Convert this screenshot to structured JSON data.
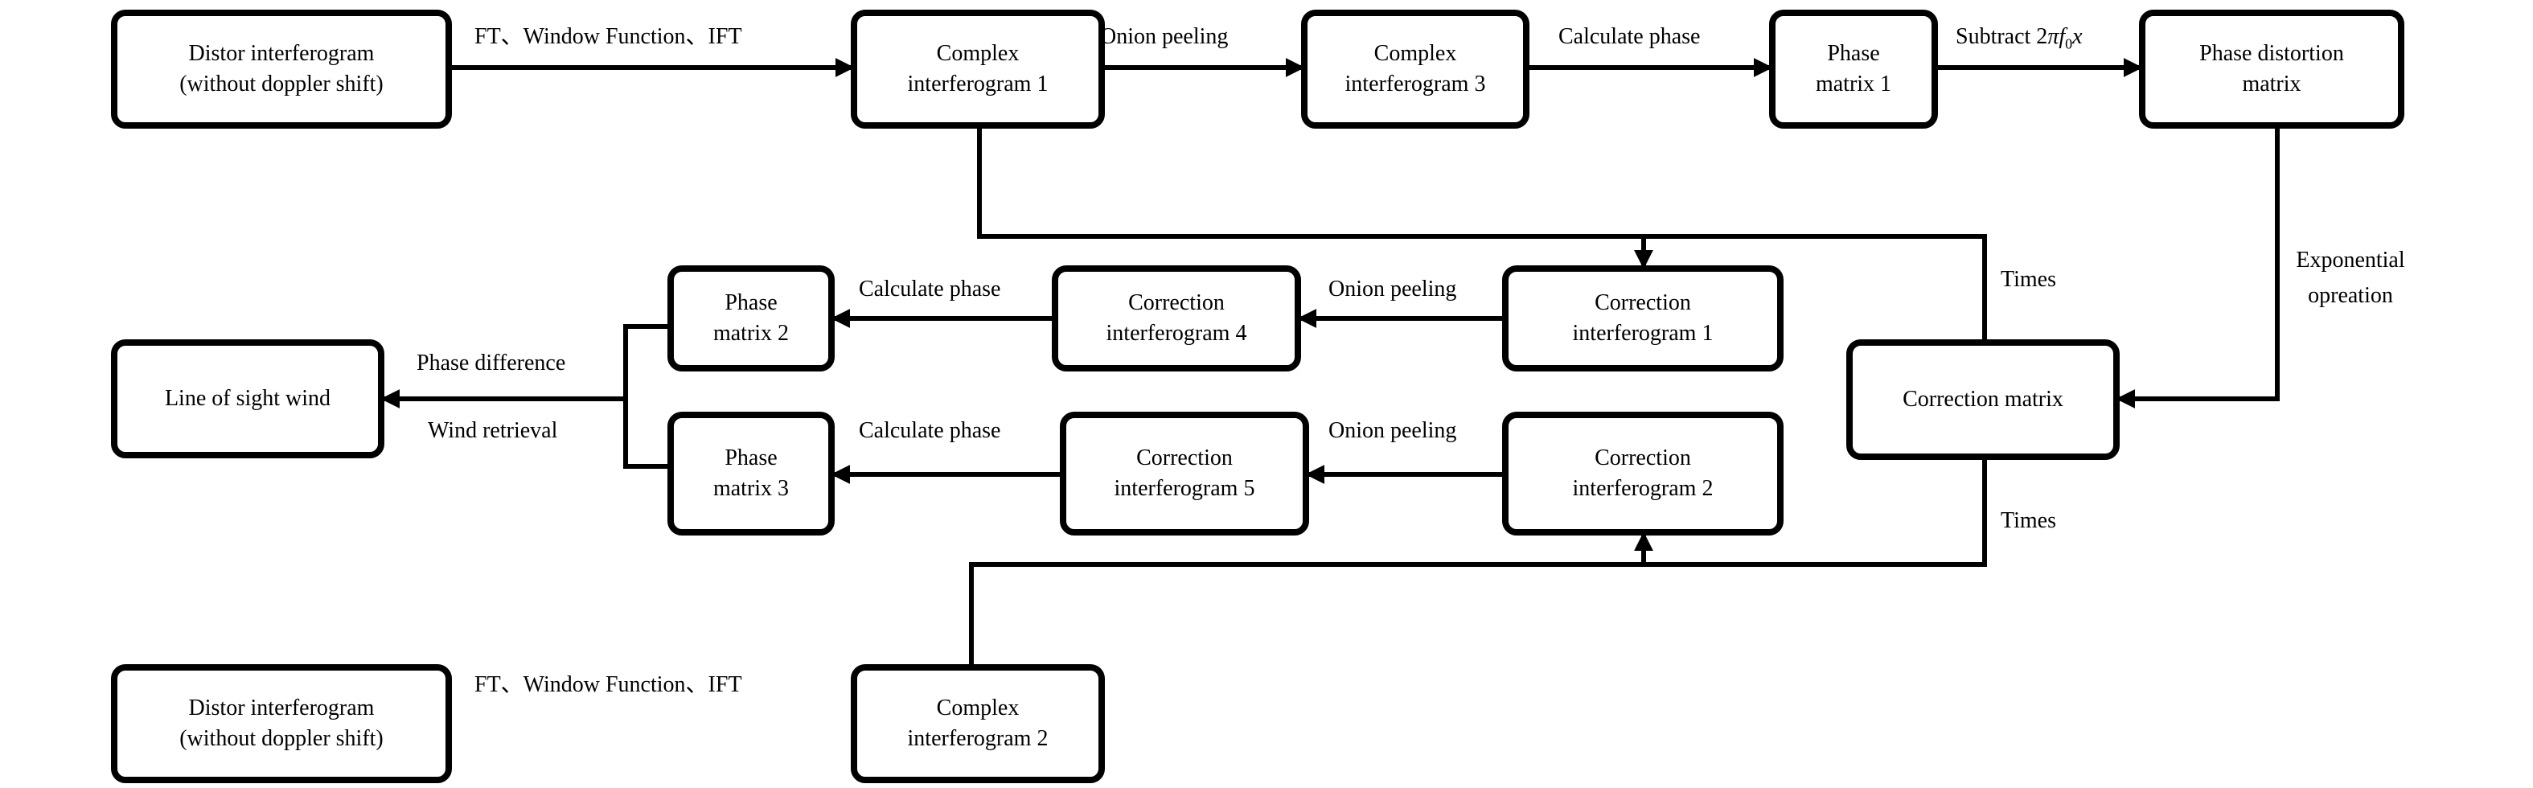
{
  "nodes": {
    "distor1": "Distor interferogram\n(without doppler shift)",
    "complex1": "Complex\ninterferogram 1",
    "complex3": "Complex\ninterferogram 3",
    "phase1": "Phase\nmatrix 1",
    "phasedist": "Phase distortion\nmatrix",
    "corr1": "Correction\ninterferogram 1",
    "corr4": "Correction\ninterferogram 4",
    "phase2": "Phase\nmatrix 2",
    "los": "Line of sight wind",
    "corrmatrix": "Correction matrix",
    "corr2": "Correction\ninterferogram 2",
    "corr5": "Correction\ninterferogram 5",
    "phase3": "Phase\nmatrix 3",
    "distor2": "Distor interferogram\n(without doppler shift)",
    "complex2": "Complex\ninterferogram 2"
  },
  "edges": {
    "ft1": "FT、Window Function、IFT",
    "onion1": "Onion peeling",
    "calc1": "Calculate phase",
    "subtract_prefix": "Subtract 2",
    "subtract_pi": "π",
    "subtract_f": "f",
    "subtract_sub": "0",
    "subtract_x": "x",
    "exp1": "Exponential",
    "exp2": "opreation",
    "times1": "Times",
    "times2": "Times",
    "onion2": "Onion peeling",
    "onion3": "Onion peeling",
    "calc2": "Calculate phase",
    "calc3": "Calculate phase",
    "phasediff": "Phase difference",
    "windret": "Wind retrieval",
    "ft2": "FT、Window Function、IFT"
  }
}
